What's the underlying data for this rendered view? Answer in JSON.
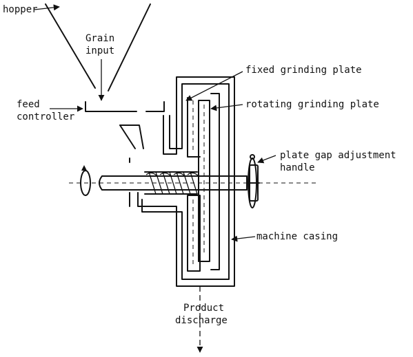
{
  "labels": {
    "hopper": "hopper",
    "grain_input_1": "Grain",
    "grain_input_2": "input",
    "feed_1": "feed",
    "feed_2": "controller",
    "fixed_plate": "fixed grinding plate",
    "rotating_plate": "rotating grinding plate",
    "gap_1": "plate gap adjustment",
    "gap_2": "handle",
    "casing": "machine casing",
    "discharge_1": "Product",
    "discharge_2": "discharge"
  },
  "colors": {
    "ink": "#111111",
    "paper": "#ffffff"
  }
}
